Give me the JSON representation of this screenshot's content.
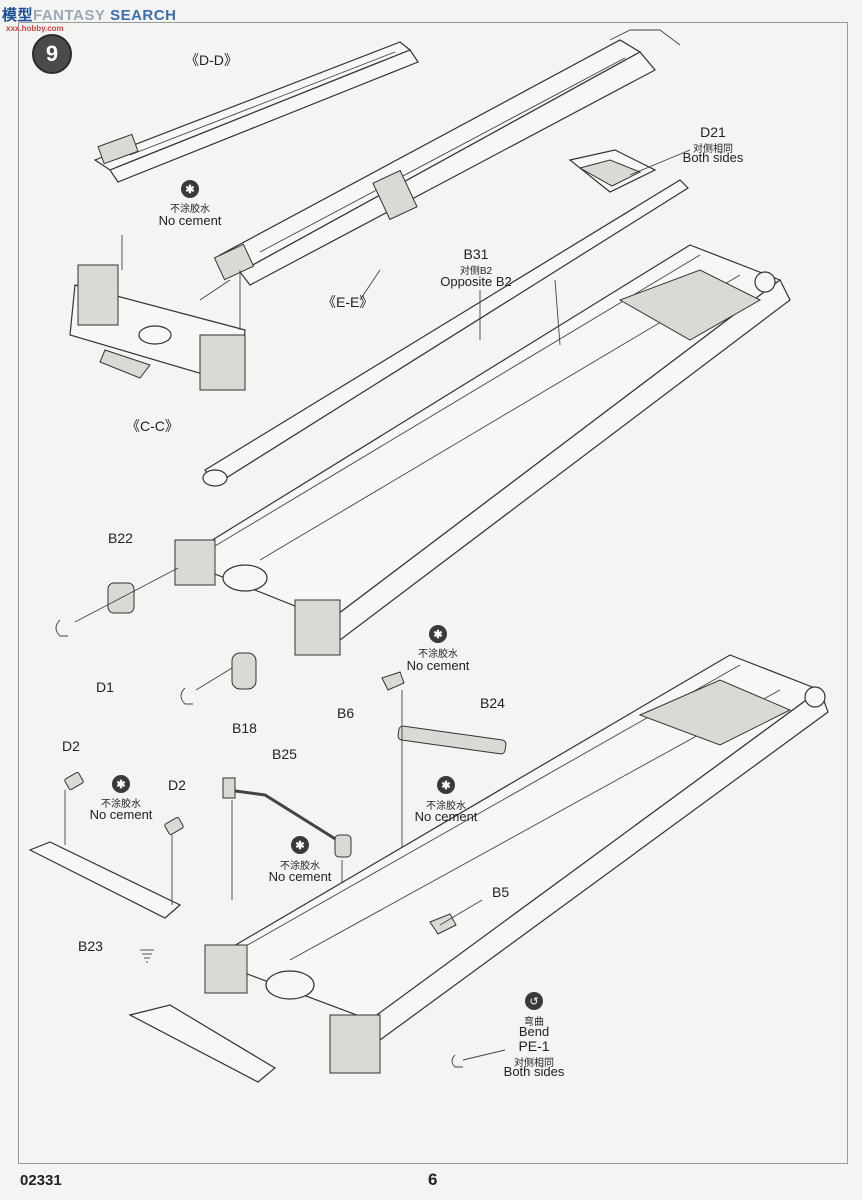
{
  "watermark": {
    "part_a": "模型",
    "part_b": "SEARCH",
    "prefix": "FANTASY",
    "sub": "xxx.hobby.com"
  },
  "step": {
    "number": "9"
  },
  "labels": {
    "dd": "《D-D》",
    "ee": "《E-E》",
    "cc": "《C-C》",
    "d21": "D21",
    "d21_cn": "对侧相同",
    "d21_en": "Both sides",
    "b31": "B31",
    "b31_cn": "对侧B2",
    "b31_en": "Opposite B2",
    "b22": "B22",
    "d1": "D1",
    "b18": "B18",
    "b6": "B6",
    "b24": "B24",
    "d2a": "D2",
    "d2b": "D2",
    "b25": "B25",
    "b23": "B23",
    "b5": "B5",
    "pe1": "PE-1",
    "pe1_cn": "对侧相同",
    "pe1_en": "Both sides",
    "bend_cn": "弯曲",
    "bend_en": "Bend"
  },
  "no_cement": {
    "cn": "不涂胶水",
    "en": "No cement"
  },
  "footer": {
    "code": "02331",
    "page": "6"
  },
  "icons": [
    "no-cement-icon",
    "bend-icon",
    "ground-symbol-icon"
  ]
}
